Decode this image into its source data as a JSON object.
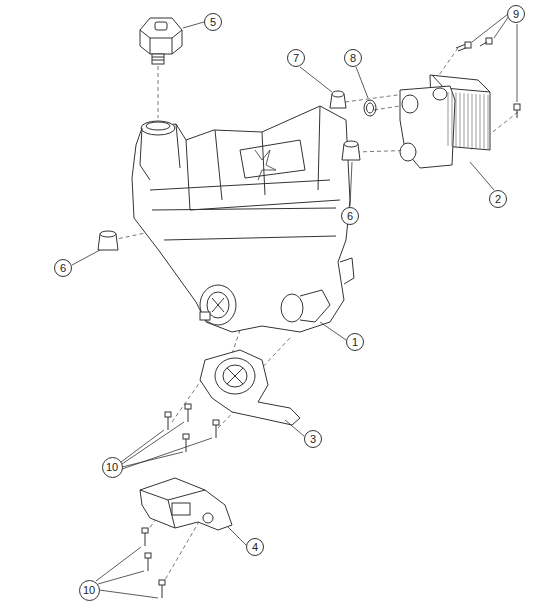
{
  "diagram": {
    "nodes": [
      {
        "text": [
          "5"
        ]
      },
      {
        "text": [
          "9"
        ]
      },
      {
        "text": [
          "7"
        ]
      },
      {
        "text": [
          "8"
        ]
      },
      {
        "text": [
          "2"
        ]
      },
      {
        "text": [
          "6"
        ]
      },
      {
        "text": [
          "6"
        ]
      },
      {
        "text": [
          "1"
        ]
      },
      {
        "text": [
          "3"
        ]
      },
      {
        "text": [
          "10"
        ]
      },
      {
        "text": [
          "4"
        ]
      },
      {
        "text": [
          "10"
        ]
      }
    ]
  }
}
